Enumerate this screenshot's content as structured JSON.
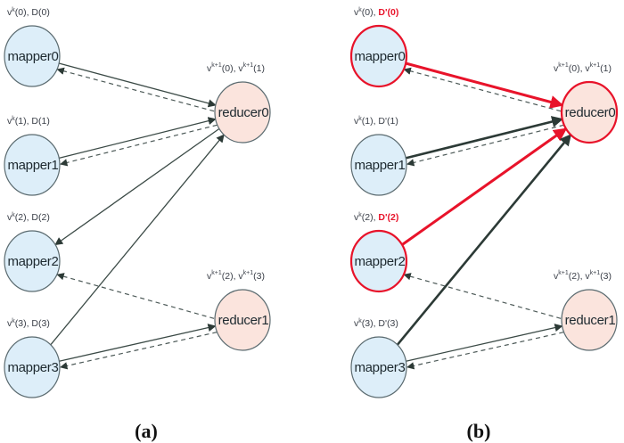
{
  "colors": {
    "mapper_fill": "#ddeef9",
    "reducer_fill": "#fbe4dd",
    "node_stroke": "#5b6b70",
    "highlight": "#e8132a",
    "edge": "#3b4a46",
    "edge_strong": "#2c3a36"
  },
  "panels": [
    {
      "caption": "(a)",
      "mappers": [
        {
          "name": "mapper0",
          "ann": {
            "v": "v",
            "sup": "k",
            "arg": "(0), ",
            "d": "D(0)",
            "d_highlight": false
          },
          "highlight": false
        },
        {
          "name": "mapper1",
          "ann": {
            "v": "v",
            "sup": "k",
            "arg": "(1), ",
            "d": "D(1)",
            "d_highlight": false
          },
          "highlight": false
        },
        {
          "name": "mapper2",
          "ann": {
            "v": "v",
            "sup": "k",
            "arg": "(2), ",
            "d": "D(2)",
            "d_highlight": false
          },
          "highlight": false
        },
        {
          "name": "mapper3",
          "ann": {
            "v": "v",
            "sup": "k",
            "arg": "(3), ",
            "d": "D(3)",
            "d_highlight": false
          },
          "highlight": false
        }
      ],
      "reducers": [
        {
          "name": "reducer0",
          "ann": {
            "v1": "v",
            "sup1": "k+1",
            "arg1": "(0), ",
            "v2": "v",
            "sup2": "k+1",
            "arg2": "(1)"
          },
          "highlight": false
        },
        {
          "name": "reducer1",
          "ann": {
            "v1": "v",
            "sup1": "k+1",
            "arg1": "(2), ",
            "v2": "v",
            "sup2": "k+1",
            "arg2": "(3)"
          },
          "highlight": false
        }
      ],
      "edges": [
        {
          "from": "mapper0",
          "to": "reducer0",
          "style": "solid"
        },
        {
          "from": "reducer0",
          "to": "mapper0",
          "style": "dashed"
        },
        {
          "from": "mapper1",
          "to": "reducer0",
          "style": "solid"
        },
        {
          "from": "reducer0",
          "to": "mapper1",
          "style": "dashed"
        },
        {
          "from": "reducer0",
          "to": "mapper2",
          "style": "solid"
        },
        {
          "from": "mapper3",
          "to": "reducer0",
          "style": "solid"
        },
        {
          "from": "reducer1",
          "to": "mapper2",
          "style": "dashed"
        },
        {
          "from": "mapper3",
          "to": "reducer1",
          "style": "solid"
        },
        {
          "from": "reducer1",
          "to": "mapper3",
          "style": "dashed"
        }
      ]
    },
    {
      "caption": "(b)",
      "mappers": [
        {
          "name": "mapper0",
          "ann": {
            "v": "v",
            "sup": "k",
            "arg": "(0), ",
            "d": "D'(0)",
            "d_highlight": true
          },
          "highlight": true
        },
        {
          "name": "mapper1",
          "ann": {
            "v": "v",
            "sup": "k",
            "arg": "(1), ",
            "d": "D'(1)",
            "d_highlight": false
          },
          "highlight": false
        },
        {
          "name": "mapper2",
          "ann": {
            "v": "v",
            "sup": "k",
            "arg": "(2), ",
            "d": "D'(2)",
            "d_highlight": true
          },
          "highlight": true
        },
        {
          "name": "mapper3",
          "ann": {
            "v": "v",
            "sup": "k",
            "arg": "(3), ",
            "d": "D'(3)",
            "d_highlight": false
          },
          "highlight": false
        }
      ],
      "reducers": [
        {
          "name": "reducer0",
          "ann": {
            "v1": "v",
            "sup1": "k+1",
            "arg1": "(0), ",
            "v2": "v",
            "sup2": "k+1",
            "arg2": "(1)"
          },
          "highlight": true
        },
        {
          "name": "reducer1",
          "ann": {
            "v1": "v",
            "sup1": "k+1",
            "arg1": "(2), ",
            "v2": "v",
            "sup2": "k+1",
            "arg2": "(3)"
          },
          "highlight": false
        }
      ],
      "edges": [
        {
          "from": "mapper0",
          "to": "reducer0",
          "style": "red"
        },
        {
          "from": "reducer0",
          "to": "mapper0",
          "style": "dashed"
        },
        {
          "from": "mapper1",
          "to": "reducer0",
          "style": "strong"
        },
        {
          "from": "reducer0",
          "to": "mapper1",
          "style": "dashed"
        },
        {
          "from": "mapper2",
          "to": "reducer0",
          "style": "red"
        },
        {
          "from": "mapper3",
          "to": "reducer0",
          "style": "strong"
        },
        {
          "from": "reducer1",
          "to": "mapper2",
          "style": "dashed"
        },
        {
          "from": "mapper3",
          "to": "reducer1",
          "style": "solid"
        },
        {
          "from": "reducer1",
          "to": "mapper3",
          "style": "dashed"
        }
      ]
    }
  ]
}
